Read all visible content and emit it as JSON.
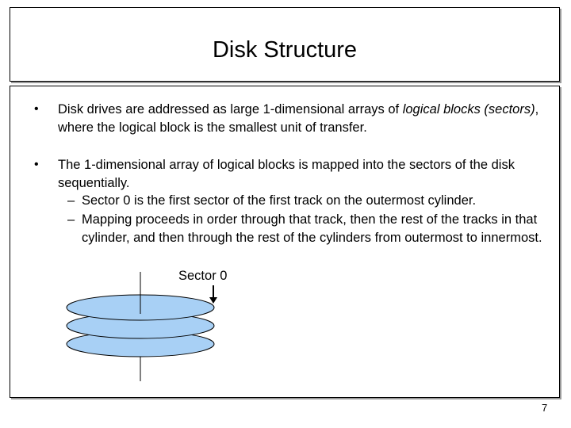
{
  "slide": {
    "title": "Disk Structure",
    "bullets": [
      {
        "marker": "•",
        "text_parts": [
          {
            "text": "Disk drives are addressed as large 1-dimensional arrays of ",
            "italic": false
          },
          {
            "text": "logical blocks (sectors)",
            "italic": true
          },
          {
            "text": ", where the logical block is the smallest unit of transfer.",
            "italic": false
          }
        ]
      },
      {
        "marker": "•",
        "text": "The 1-dimensional array of logical blocks is mapped into the sectors of the disk sequentially.",
        "subbullets": [
          {
            "marker": "–",
            "text": "Sector 0 is the first sector of the first track on the outermost cylinder."
          },
          {
            "marker": "–",
            "text": "Mapping proceeds in order through that track, then the rest of the tracks in that cylinder, and then through the rest of the cylinders from outermost to innermost."
          }
        ]
      }
    ],
    "diagram": {
      "sector_label": "Sector 0",
      "platter_fill": "#a8d0f5",
      "platter_stroke": "#000000"
    },
    "page_number": "7"
  }
}
